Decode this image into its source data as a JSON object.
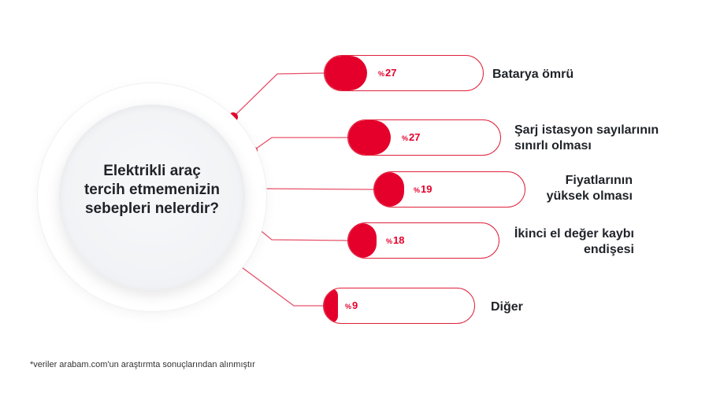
{
  "chart_data": {
    "type": "bar",
    "title": "Elektrikli araç\ntercih etmemenizin\nsebepleri nelerdir?",
    "value_prefix": "%",
    "categories": [
      "Batarya ömrü",
      "Şarj istasyon sayılarının\nsınırlı olması",
      "Fiyatlarının\nyüksek olması",
      "İkinci el değer kaybı\nendişesi",
      "Diğer"
    ],
    "values": [
      27,
      27,
      19,
      18,
      9
    ],
    "colors": {
      "accent": "#e4002b",
      "connector": "#e7506a",
      "text": "#1f2328"
    }
  },
  "footnote": "*veriler arabam.com'un araştırmta sonuçlarından alınmıştır"
}
